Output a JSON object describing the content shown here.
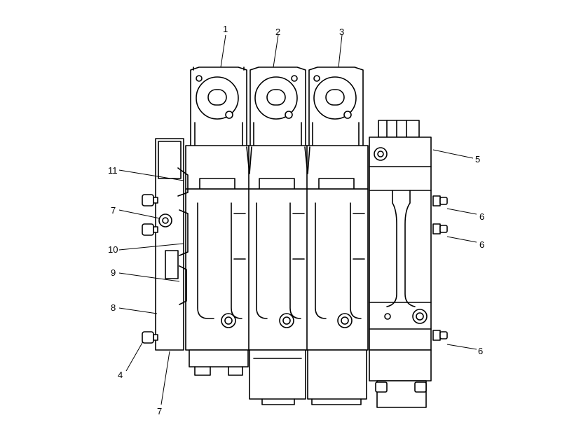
{
  "figure": {
    "callouts": [
      {
        "id": "c1",
        "text": "1"
      },
      {
        "id": "c2",
        "text": "2"
      },
      {
        "id": "c3",
        "text": "3"
      },
      {
        "id": "c5",
        "text": "5"
      },
      {
        "id": "c6a",
        "text": "6"
      },
      {
        "id": "c6b",
        "text": "6"
      },
      {
        "id": "c6c",
        "text": "6"
      },
      {
        "id": "c11",
        "text": "11"
      },
      {
        "id": "c7a",
        "text": "7"
      },
      {
        "id": "c10",
        "text": "10"
      },
      {
        "id": "c9",
        "text": "9"
      },
      {
        "id": "c8",
        "text": "8"
      },
      {
        "id": "c4",
        "text": "4"
      },
      {
        "id": "c7b",
        "text": "7"
      }
    ]
  }
}
